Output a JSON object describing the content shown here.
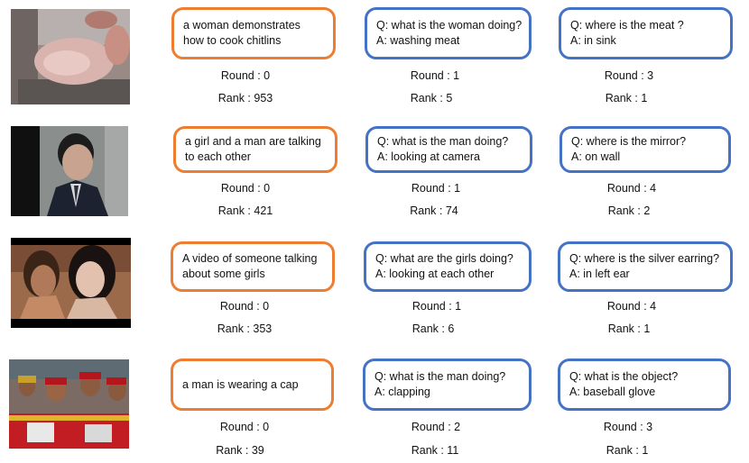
{
  "rows": [
    {
      "image": "video-frame-cooking",
      "caption": {
        "line1": "a woman demonstrates",
        "line2": "how to cook chitlins",
        "round": "Round :  0",
        "rank": "Rank : 953"
      },
      "qa1": {
        "q": "Q: what is the woman doing?",
        "a": "A: washing meat",
        "round": "Round :  1",
        "rank": "Rank :  5"
      },
      "qa2": {
        "q": "Q: where is the meat ?",
        "a": "A:  in sink",
        "round": "Round :  3",
        "rank": "Rank :  1"
      }
    },
    {
      "image": "video-frame-man-in-suit",
      "caption": {
        "line1": "a girl and a man are talking",
        "line2": "to each other",
        "round": "Round :  0",
        "rank": "Rank : 421"
      },
      "qa1": {
        "q": "Q: what is the man doing?",
        "a": "A: looking at camera",
        "round": "Round :  1",
        "rank": "Rank :  74"
      },
      "qa2": {
        "q": "Q: where is the mirror?",
        "a": "A: on wall",
        "round": "Round :  4",
        "rank": "Rank :  2"
      }
    },
    {
      "image": "video-frame-two-women",
      "caption": {
        "line1": "A video of someone talking",
        "line2": "about some girls",
        "round": "Round :  0",
        "rank": "Rank : 353"
      },
      "qa1": {
        "q": "Q: what are the girls doing?",
        "a": "A: looking at each other",
        "round": "Round :  1",
        "rank": "Rank :  6"
      },
      "qa2": {
        "q": "Q: where is the silver earring?",
        "a": "A: in left ear",
        "round": "Round :  4",
        "rank": "Rank :  1"
      }
    },
    {
      "image": "video-frame-crowd-in-caps",
      "caption": {
        "line1": "a man is wearing a cap",
        "line2": "",
        "round": "Round :  0",
        "rank": "Rank : 39"
      },
      "qa1": {
        "q": "Q: what is the man doing?",
        "a": "A: clapping",
        "round": "Round :  2",
        "rank": "Rank :  11"
      },
      "qa2": {
        "q": "Q: what is the object?",
        "a": "A: baseball glove",
        "round": "Round :  3",
        "rank": "Rank :  1"
      }
    }
  ],
  "colors": {
    "caption_border": "#ED7D31",
    "qa_border": "#4472C4"
  }
}
